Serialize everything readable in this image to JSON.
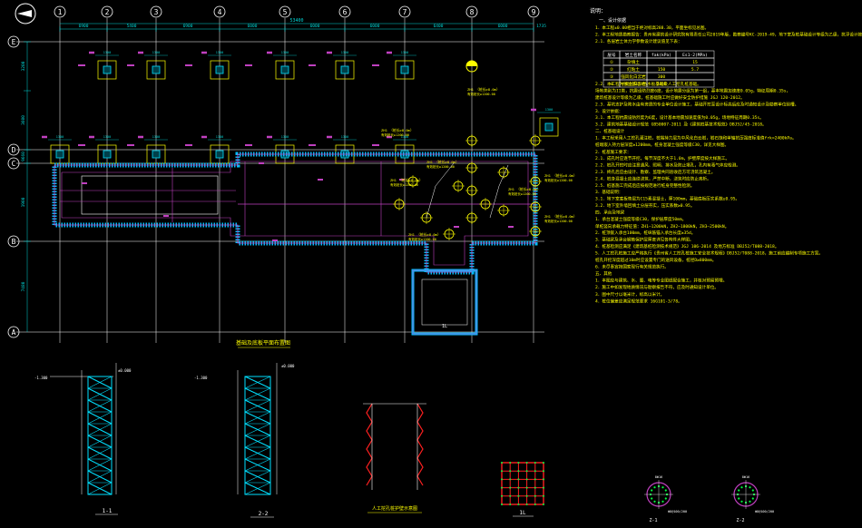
{
  "colors": {
    "background": "#000000",
    "grid_line": "#ffffff",
    "dimension": "#00d4d4",
    "foundation": "#ffff00",
    "pile_marker": "#ffff00",
    "beam": "#c040c0",
    "wall_hatch": "#00c0ff",
    "structure": "#ffffff",
    "section_cyan": "#00e0ff",
    "red": "#ff2020",
    "green": "#00ff40",
    "notes_text": "#ffff00",
    "notes_title": "#ffffff",
    "table_line": "#ffffff"
  },
  "axes": {
    "columns": [
      "1",
      "2",
      "3",
      "4",
      "5",
      "6",
      "7",
      "8",
      "9"
    ],
    "rows": [
      "E",
      "D",
      "C",
      "B",
      "A"
    ]
  },
  "dims": {
    "overall": "53400",
    "bays": [
      "6900",
      "5400",
      "6900",
      "6000",
      "6000",
      "6000",
      "6400",
      "6000",
      "1735"
    ],
    "left_dims": [
      "3200",
      "3600",
      "9660",
      "1900",
      "7480"
    ]
  },
  "plan": {
    "title": "基础及底板平面布置图",
    "pile_tag": "ZH1",
    "pile_note": "（桩长≥8.0m）",
    "sub_note": "有效桩长≥1200.00"
  },
  "sections": {
    "s1": "1-1",
    "s2": "2-2",
    "s3_title": "人工挖孔桩护壁示意图",
    "s4": "1L",
    "s5": "Z-1",
    "s6": "Z-2",
    "elev_label": "-1.300",
    "elev_label2": "±0.000"
  },
  "notes": {
    "heading": "说明：",
    "g1": "一、设计依据",
    "lines": [
      "1．本工程±0.00相当于绝对标高288.30，平面坐标见总图。",
      "2．本工程地质勘察报告：贵州省建筑设计研究院有限责任公司2019年版，勘察编号KC-2019-49，地下室及桩基础设计等级为乙级，抗浮设计按勘察报告",
      "2.1．各层岩土体力学参数设计建议值见下表：",
      "2.2．本工程为独立基础+防水板基础及人工挖孔桩基础。",
      "场地类别为II类，抗震设防烈度6度，设计地震分组为第一组，基本地震加速度0.05g，特征周期0.35s，",
      "建筑桩基设计等级为乙级，桩基础施工时应做好安全防护措施 JGJ 120-2012。",
      "2.3．基坑支护及降水由有资质的专业单位设计施工，基础开挖至设计标高后应及时通知设计及勘察单位验槽。",
      "3．设计依据：",
      "3.1．本工程抗震设防烈度为6度，设计基本地震加速度值为0.05g，场地特征周期0.35s。",
      "3.2．建筑地基基础设计规范 GB50007-2011 及《建筑桩基技术规范》DBJ52/45-2018。",
      "二、桩基础设计",
      "1．本工程采用人工挖孔灌注桩，桩端持力层为中风化白云岩，岩石饱和单轴抗压强度标准值frk=2400kPa。",
      "桩端嵌入持力层深度≥1200mm，桩身混凝土强度等级C30，详见大样图。",
      "2．桩基施工要求：",
      "2.1．成孔时应逐节开挖，每节深度不大于1.0m，护壁厚度按大样施工。",
      "2.2．桩孔开挖时应注意通风、照明、排水及防止塌孔，孔内有毒气体应检测。",
      "2.3．终孔后应由设计、勘察、监理共同验收后方可浇筑混凝土。",
      "2.4．桩身混凝土应连续浇筑，严禁中断，浇筑时应防止离析。",
      "2.5．桩基施工完成后应按规范进行桩身完整性检测。",
      "3．基础说明：",
      "3.1．地下室底板垫层为C15素混凝土，厚100mm，基础底板压实系数≥0.95。",
      "3.2．地下室外墙回填土分层夯实，压实系数≥0.95。",
      "四、承台及地梁",
      "1．承台混凝土强度等级C30，保护层厚度50mm。",
      "单桩竖向承载力特征值：ZH1—1200kN，ZH2—1800kN，ZH3—2500kN。",
      "2．桩顶嵌入承台100mm，桩纵筋锚入承台长度≥35d。",
      "3．基础梁及承台钢筋保护层厚度详见各构件大样图。",
      "4．桩基检测应满足《建筑基桩检测技术规范》JGJ 106-2014 及地方标准 DBJ52/T088-2018。",
      "5．人工挖孔桩施工应严格执行《贵州省人工挖孔桩施工安全技术规程》DBJ52/T088-2018，施工前应编制专项施工方案。",
      "桩孔开挖深度超过10m时应设置专门的送风设备，桩径D≥800mm。",
      "6．未尽事宜按国家现行有关规范执行。",
      "五、其他",
      "1．本图应与建筑、水、暖、电等专业图纸配合施工，并核对预留预埋。",
      "2．施工中如发现地质情况与勘察报告不符，应及时通知设计单位。",
      "3．图中尺寸以毫米计，标高以米计。",
      "4．桩位偏差应满足规范要求 16G101-3/78。"
    ],
    "table": {
      "headers": [
        "层号",
        "岩土名称",
        "fak(kPa)",
        "Es1-2(MPa)"
      ],
      "rows": [
        [
          "①",
          "杂填土",
          "",
          "15"
        ],
        [
          "②",
          "红粘土",
          "150",
          "5.7"
        ],
        [
          "③",
          "强风化白云岩",
          "300",
          ""
        ],
        [
          "④",
          "中风化白云岩",
          "2400",
          ""
        ]
      ]
    }
  }
}
